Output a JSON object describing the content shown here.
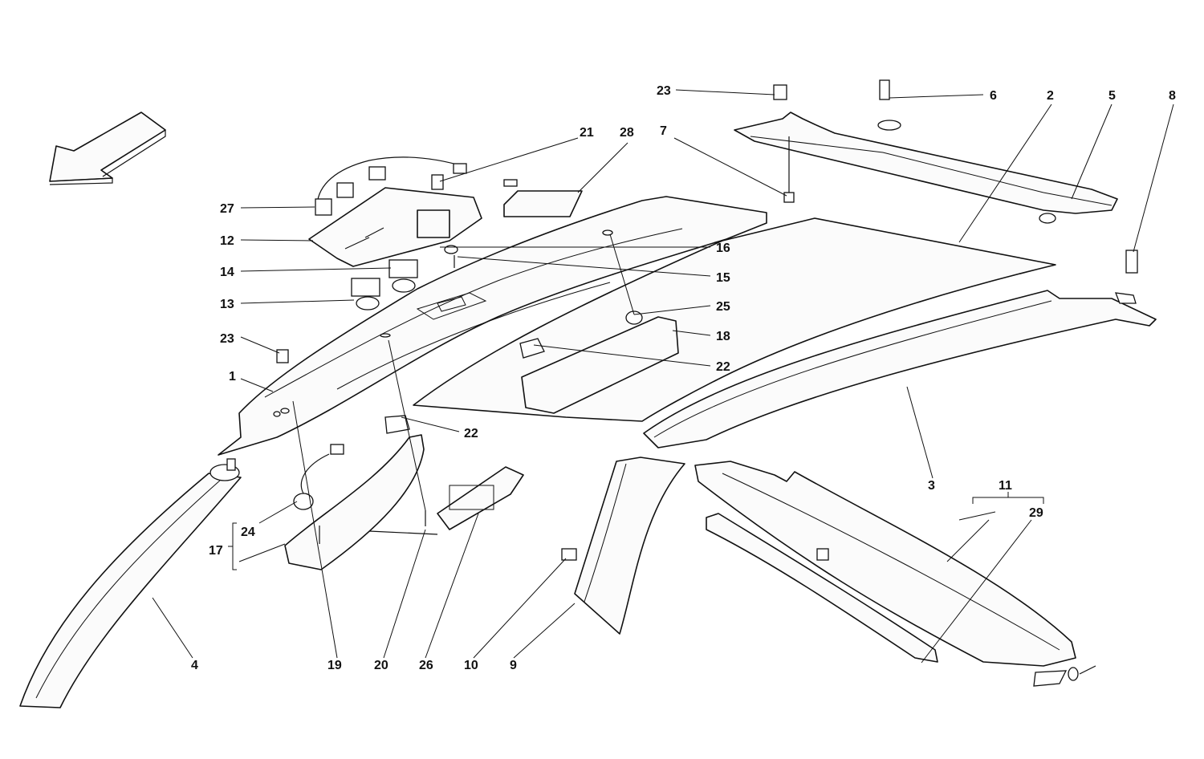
{
  "callouts": [
    {
      "id": "c1",
      "text": "1"
    },
    {
      "id": "c2",
      "text": "2"
    },
    {
      "id": "c3",
      "text": "3"
    },
    {
      "id": "c4",
      "text": "4"
    },
    {
      "id": "c5",
      "text": "5"
    },
    {
      "id": "c6",
      "text": "6"
    },
    {
      "id": "c7",
      "text": "7"
    },
    {
      "id": "c8",
      "text": "8"
    },
    {
      "id": "c9",
      "text": "9"
    },
    {
      "id": "c10",
      "text": "10"
    },
    {
      "id": "c11",
      "text": "11"
    },
    {
      "id": "c12",
      "text": "12"
    },
    {
      "id": "c13",
      "text": "13"
    },
    {
      "id": "c14",
      "text": "14"
    },
    {
      "id": "c15",
      "text": "15"
    },
    {
      "id": "c16",
      "text": "16"
    },
    {
      "id": "c17",
      "text": "17"
    },
    {
      "id": "c18",
      "text": "18"
    },
    {
      "id": "c19",
      "text": "19"
    },
    {
      "id": "c20",
      "text": "20"
    },
    {
      "id": "c21",
      "text": "21"
    },
    {
      "id": "c22a",
      "text": "22"
    },
    {
      "id": "c22b",
      "text": "22"
    },
    {
      "id": "c23a",
      "text": "23"
    },
    {
      "id": "c23b",
      "text": "23"
    },
    {
      "id": "c24",
      "text": "24"
    },
    {
      "id": "c25",
      "text": "25"
    },
    {
      "id": "c26",
      "text": "26"
    },
    {
      "id": "c27",
      "text": "27"
    },
    {
      "id": "c28",
      "text": "28"
    },
    {
      "id": "c29",
      "text": "29"
    }
  ]
}
